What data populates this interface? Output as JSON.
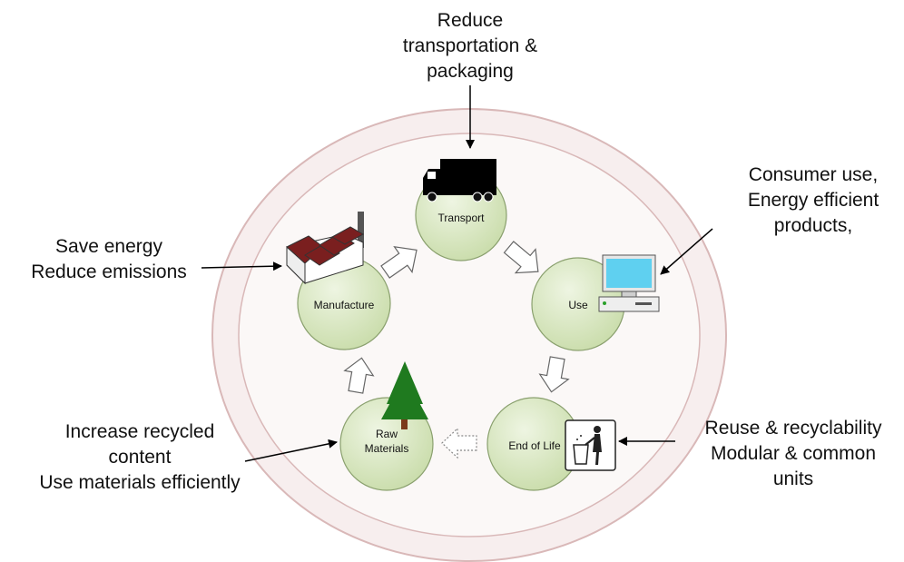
{
  "stages": {
    "transport": "Transport",
    "use": "Use",
    "end_of_life": "End of Life",
    "raw_materials_line1": "Raw",
    "raw_materials_line2": "Materials",
    "manufacture": "Manufacture"
  },
  "callouts": {
    "transport": [
      "Reduce",
      "transportation &",
      "packaging"
    ],
    "use": [
      "Consumer use,",
      "Energy efficient",
      "products,"
    ],
    "end_of_life": [
      "Reuse & recyclability",
      "Modular & common",
      "units"
    ],
    "raw_materials": [
      "Increase recycled",
      "content",
      "Use materials efficiently"
    ],
    "manufacture": [
      "Save energy",
      "Reduce emissions"
    ]
  },
  "colors": {
    "ring": "#d9b8b8",
    "ring_fill": "#faf4f4",
    "inner_fill": "#fbf8f7",
    "node_fill": "#d7e6c0",
    "node_stroke": "#8aa06e",
    "factory_roof": "#7a1f1f",
    "tree": "#1f7a1f"
  }
}
